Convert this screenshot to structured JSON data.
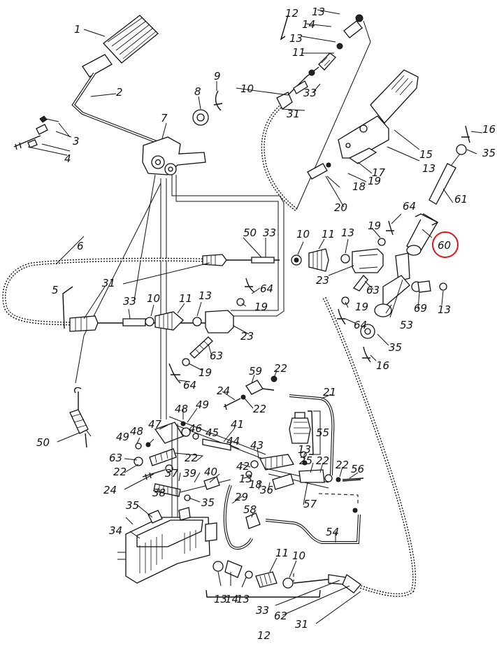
{
  "colors": {
    "ink": "#111111",
    "highlight": "#e0161b",
    "paper": "#ffffff"
  },
  "labels": {
    "l1": "1",
    "l2": "2",
    "l3": "3",
    "l4": "4",
    "l5": "5",
    "l6": "6",
    "l7": "7",
    "l8": "8",
    "l9": "9",
    "l10a": "10",
    "l10b": "10",
    "l10c": "10",
    "l10d": "10",
    "l11a": "11",
    "l11b": "11",
    "l11c": "11",
    "l11d": "11",
    "l12a": "12",
    "l12b": "12",
    "l13a": "13",
    "l13b": "13",
    "l13c": "13",
    "l13d": "13",
    "l13e": "13",
    "l13f": "13",
    "l13g": "13",
    "l13h": "13",
    "l13i": "13",
    "l13j": "13",
    "l14a": "14",
    "l14b": "14",
    "l15": "15",
    "l16a": "16",
    "l16b": "16",
    "l17": "17",
    "l18a": "18",
    "l18b": "18",
    "l19a": "19",
    "l19b": "19",
    "l19c": "19",
    "l19d": "19",
    "l19e": "19",
    "l20": "20",
    "l21": "21",
    "l22a": "22",
    "l22b": "22",
    "l22c": "22",
    "l22d": "22",
    "l22e": "22",
    "l22f": "22",
    "l23a": "23",
    "l23b": "23",
    "l24a": "24",
    "l24b": "24",
    "l25": "25",
    "l29": "29",
    "l31a": "31",
    "l31b": "31",
    "l31c": "31",
    "l33a": "33",
    "l33b": "33",
    "l33c": "33",
    "l33d": "33",
    "l34": "34",
    "l35a": "35",
    "l35b": "35",
    "l35c": "35",
    "l35d": "35",
    "l36": "36",
    "l37": "37",
    "l38": "38",
    "l39": "39",
    "l40": "40",
    "l41": "41",
    "l42": "42",
    "l43": "43",
    "l44": "44",
    "l45": "45",
    "l46": "46",
    "l47": "47",
    "l48a": "48",
    "l48b": "48",
    "l49a": "49",
    "l49b": "49",
    "l50a": "50",
    "l50b": "50",
    "l53": "53",
    "l54": "54",
    "l55": "55",
    "l56": "56",
    "l57": "57",
    "l58": "58",
    "l59": "59",
    "l60": "60",
    "l61": "61",
    "l62": "62",
    "l63a": "63",
    "l63b": "63",
    "l63c": "63",
    "l64a": "64",
    "l64b": "64",
    "l64c": "64",
    "l64d": "64",
    "l69": "69"
  }
}
